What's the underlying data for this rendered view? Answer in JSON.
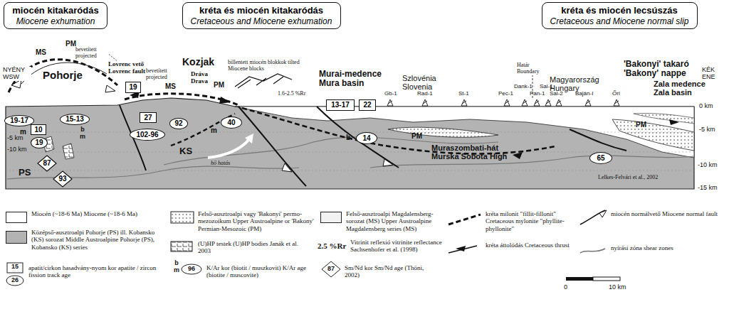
{
  "diagram": {
    "nodes": [
      {
        "text": [
          "miocén kitakaródás",
          "Miocene exhumation"
        ]
      },
      {
        "text": [
          "kréta és miocén kitakaródás",
          "Cretaceous and Miocene exhumation"
        ]
      },
      {
        "text": [
          "kréta és miocén lecsúszás",
          "Cretaceous and Miocene normal slip"
        ]
      },
      {
        "text": [
          "19"
        ]
      },
      {
        "text": [
          "10"
        ]
      },
      {
        "text": [
          "19"
        ]
      },
      {
        "text": [
          "19-17"
        ]
      },
      {
        "text": [
          "15-13"
        ]
      },
      {
        "text": [
          "87"
        ]
      },
      {
        "text": [
          "93"
        ]
      },
      {
        "text": [
          "27"
        ]
      },
      {
        "text": [
          "92"
        ]
      },
      {
        "text": [
          "102-96"
        ]
      },
      {
        "text": [
          "40"
        ]
      },
      {
        "text": [
          "13-17"
        ]
      },
      {
        "text": [
          "22"
        ]
      },
      {
        "text": [
          "14"
        ]
      },
      {
        "text": [
          "65"
        ]
      }
    ],
    "labels": [
      "NYÉNY WSW",
      "Pohorje",
      "PM",
      "MS",
      "bevetített projected",
      "Lovrenc vető Lovrenc fault",
      "Kozjak",
      "bevetített projected",
      "Dráva Drava",
      "PM",
      "MS",
      "billentett miocén blokkok tilted Miocene blocks",
      "1.6-2.5 %Rr",
      "Murai-medence Mura basin",
      "Szlovénia Slovenia",
      "Határ Boundary",
      "Magyarország Hungary",
      "'Bakonyi' takaró 'Bakony' nappe",
      "KÉK ENE",
      "Zala medence Zala basin",
      "Gb-1",
      "Rad-1",
      "St-1",
      "Pec-1",
      "Dank-1",
      "Pan-1",
      "Sal-1",
      "Sal-2",
      "Baján-I",
      "Őri",
      "0 km",
      "-5 km",
      "-10 km",
      "-15 km",
      "-5 km",
      "-10 km",
      "m",
      "b m",
      "m",
      "b",
      "PS",
      "KS",
      "hő hatás",
      "PM",
      "Muraszombati-hát Murska Sobota High",
      "PM",
      "Lelkes-Felvári et al., 2002",
      "0",
      "10 km",
      "15",
      "26",
      "b m",
      "96",
      "2.5 %Rr",
      "87"
    ],
    "legend": [
      {
        "text": "Miocén (~18-6 Ma) Miocene (~18-6 Ma)",
        "color": "#ffffff"
      },
      {
        "text": "Felső-ausztroalpi vagy 'Bakonyi' permo-mezozoikum Upper Austroalpine or 'Bakony' Permian-Mesozoic (PM)"
      },
      {
        "text": "Felső-ausztroalpi Magdalensberg-sorozat (MS) Upper Austroalpine Magdalensberg series (MS)",
        "color": "#f2f2f2"
      },
      {
        "text": "kréta milonit \"fillit-fillonit\" Cretaceous mylonite \"phyllite-phyllonite\""
      },
      {
        "text": "miocén normálvető Miocene normal fault"
      },
      {
        "text": "Középső-ausztroalpi Pohorje (PS) ill. Kobansko (KS) sorozat Middle Austroalpine Pohorje (PS), Kobansko (KS) series",
        "color": "#b3b3b3"
      },
      {
        "text": "(U)HP testek (U)HP bodies Janák et al. 2003"
      },
      {
        "text": "Vitrinit reflexió vitrinite reflectance Sachsenhofer et al. (1998)"
      },
      {
        "text": "kréta áttolódás Cretaceous thrust"
      },
      {
        "text": "nyírási zóna shear zones"
      },
      {
        "text": "apatit/cirkon hasadvány-nyom kor apatite / zircon fission track age"
      },
      {
        "text": "K/Ar kor (biotit / muszkovit) K/Ar age (biotite / muscovite)"
      },
      {
        "text": "Sm/Nd kor Sm/Nd age (Thöni, 2002)"
      }
    ]
  }
}
